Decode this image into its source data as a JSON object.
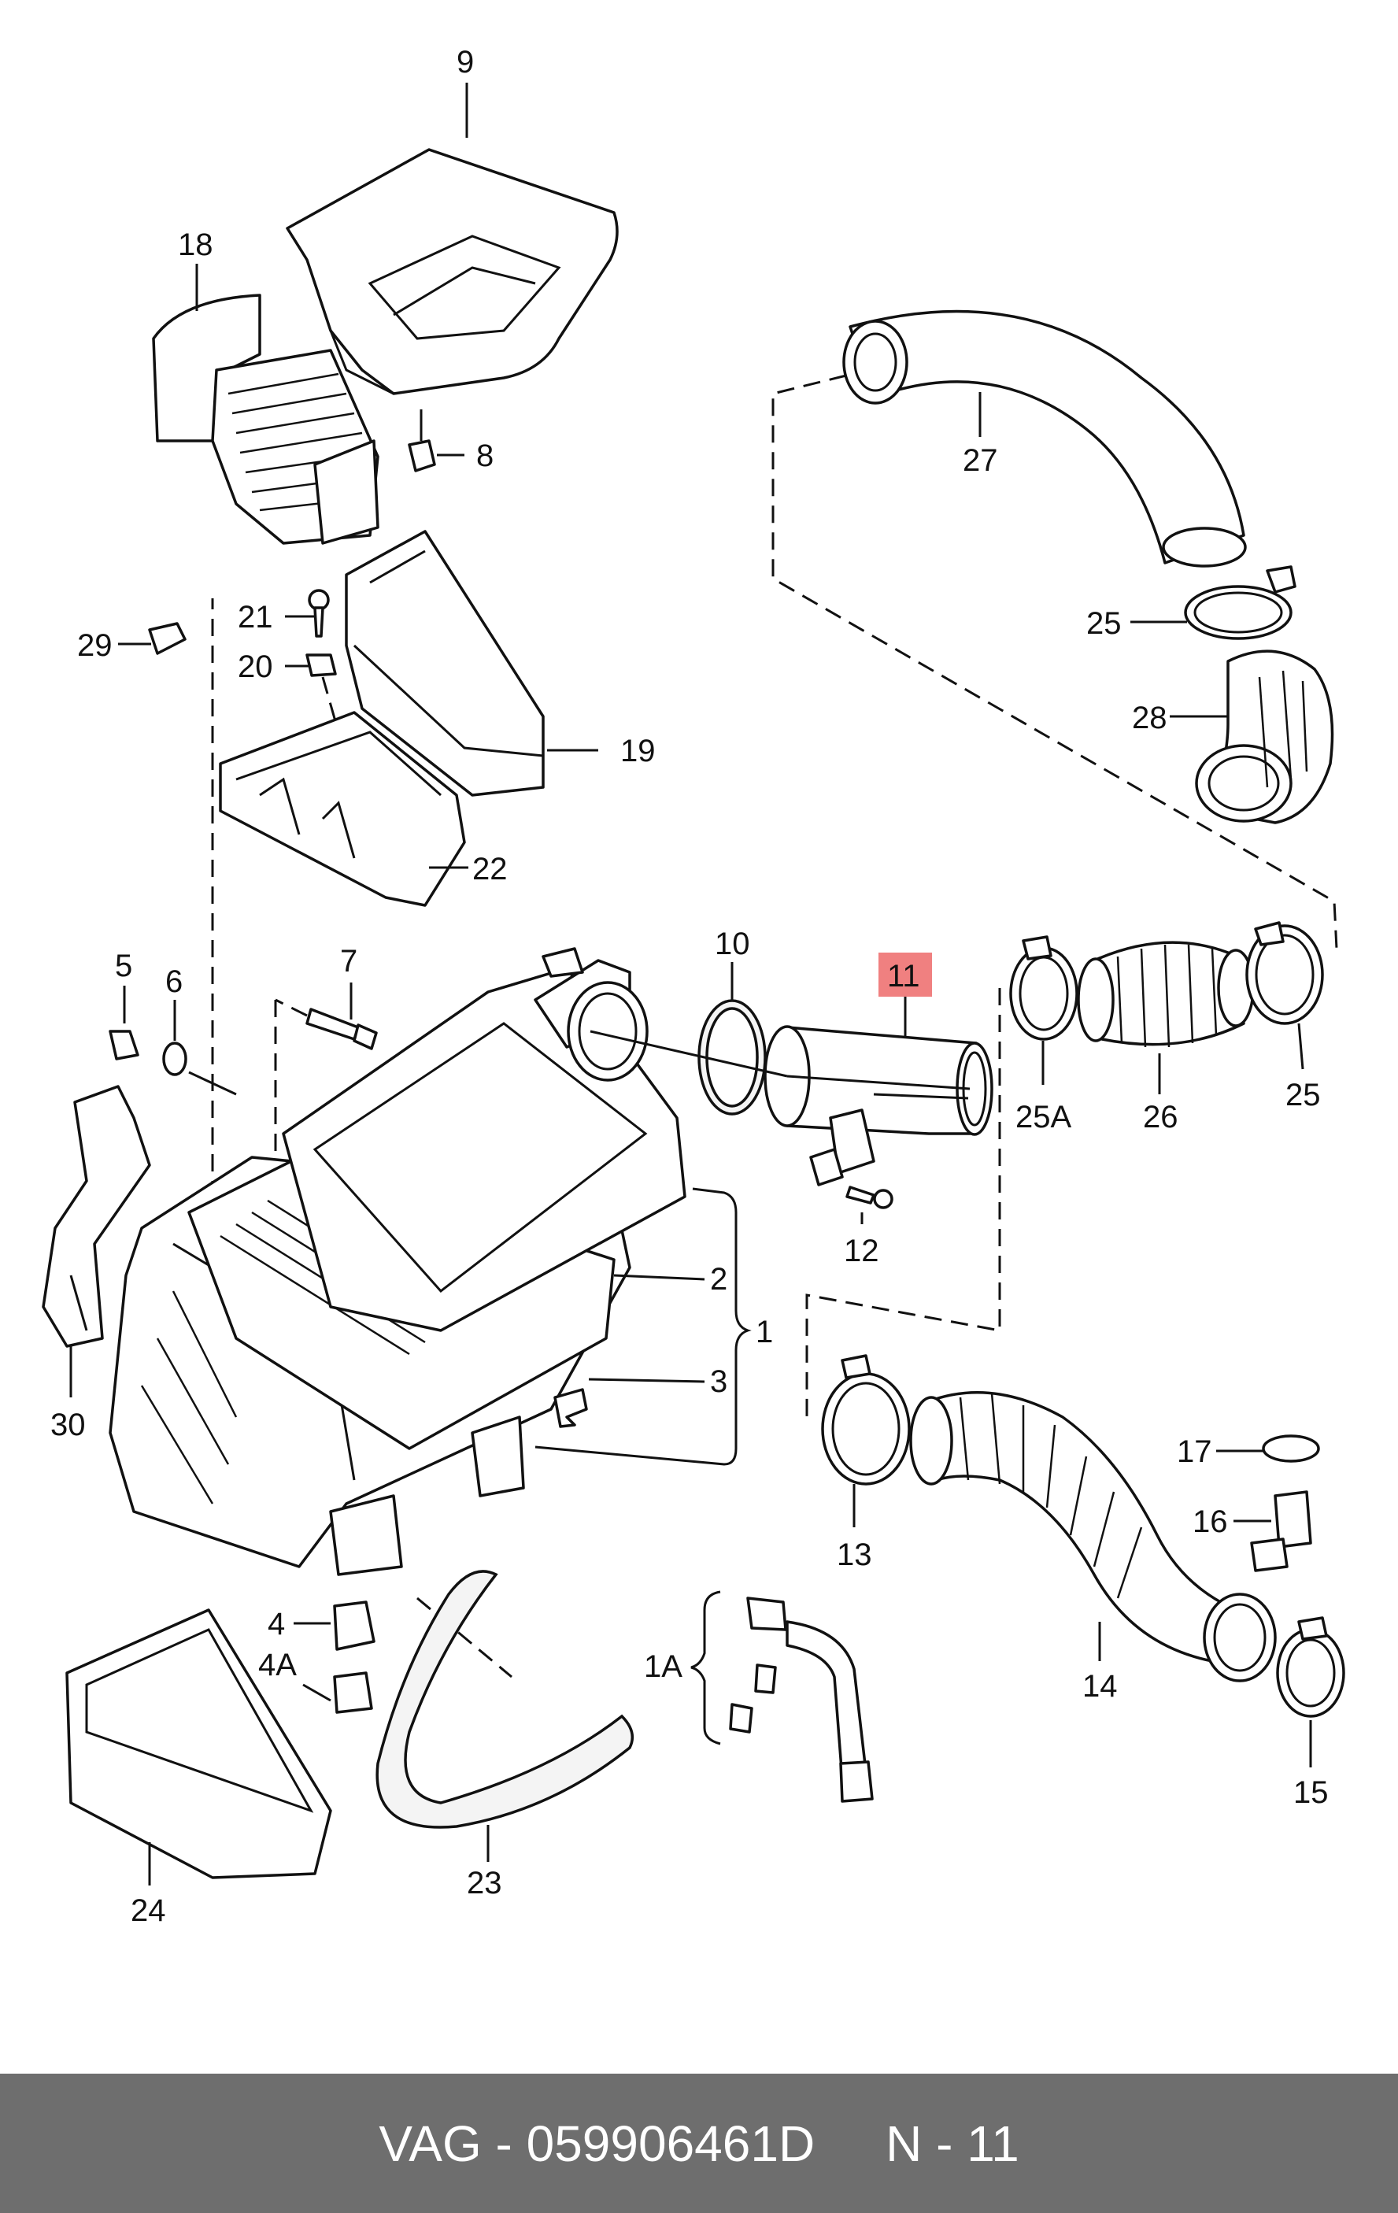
{
  "callouts": {
    "p1": "1",
    "p1a": "1A",
    "p2": "2",
    "p3": "3",
    "p4": "4",
    "p4a": "4A",
    "p5": "5",
    "p6": "6",
    "p7": "7",
    "p8": "8",
    "p9": "9",
    "p10": "10",
    "p11": "11",
    "p12": "12",
    "p13": "13",
    "p14": "14",
    "p15": "15",
    "p16": "16",
    "p17": "17",
    "p18": "18",
    "p19": "19",
    "p20": "20",
    "p21": "21",
    "p22": "22",
    "p23": "23",
    "p24": "24",
    "p25": "25",
    "p25b": "25",
    "p25a": "25A",
    "p26": "26",
    "p27": "27",
    "p28": "28",
    "p29": "29",
    "p30": "30"
  },
  "highlight_color": "#f08080",
  "footer": {
    "brand_part": "VAG - 059906461D",
    "position": "N - 11"
  }
}
